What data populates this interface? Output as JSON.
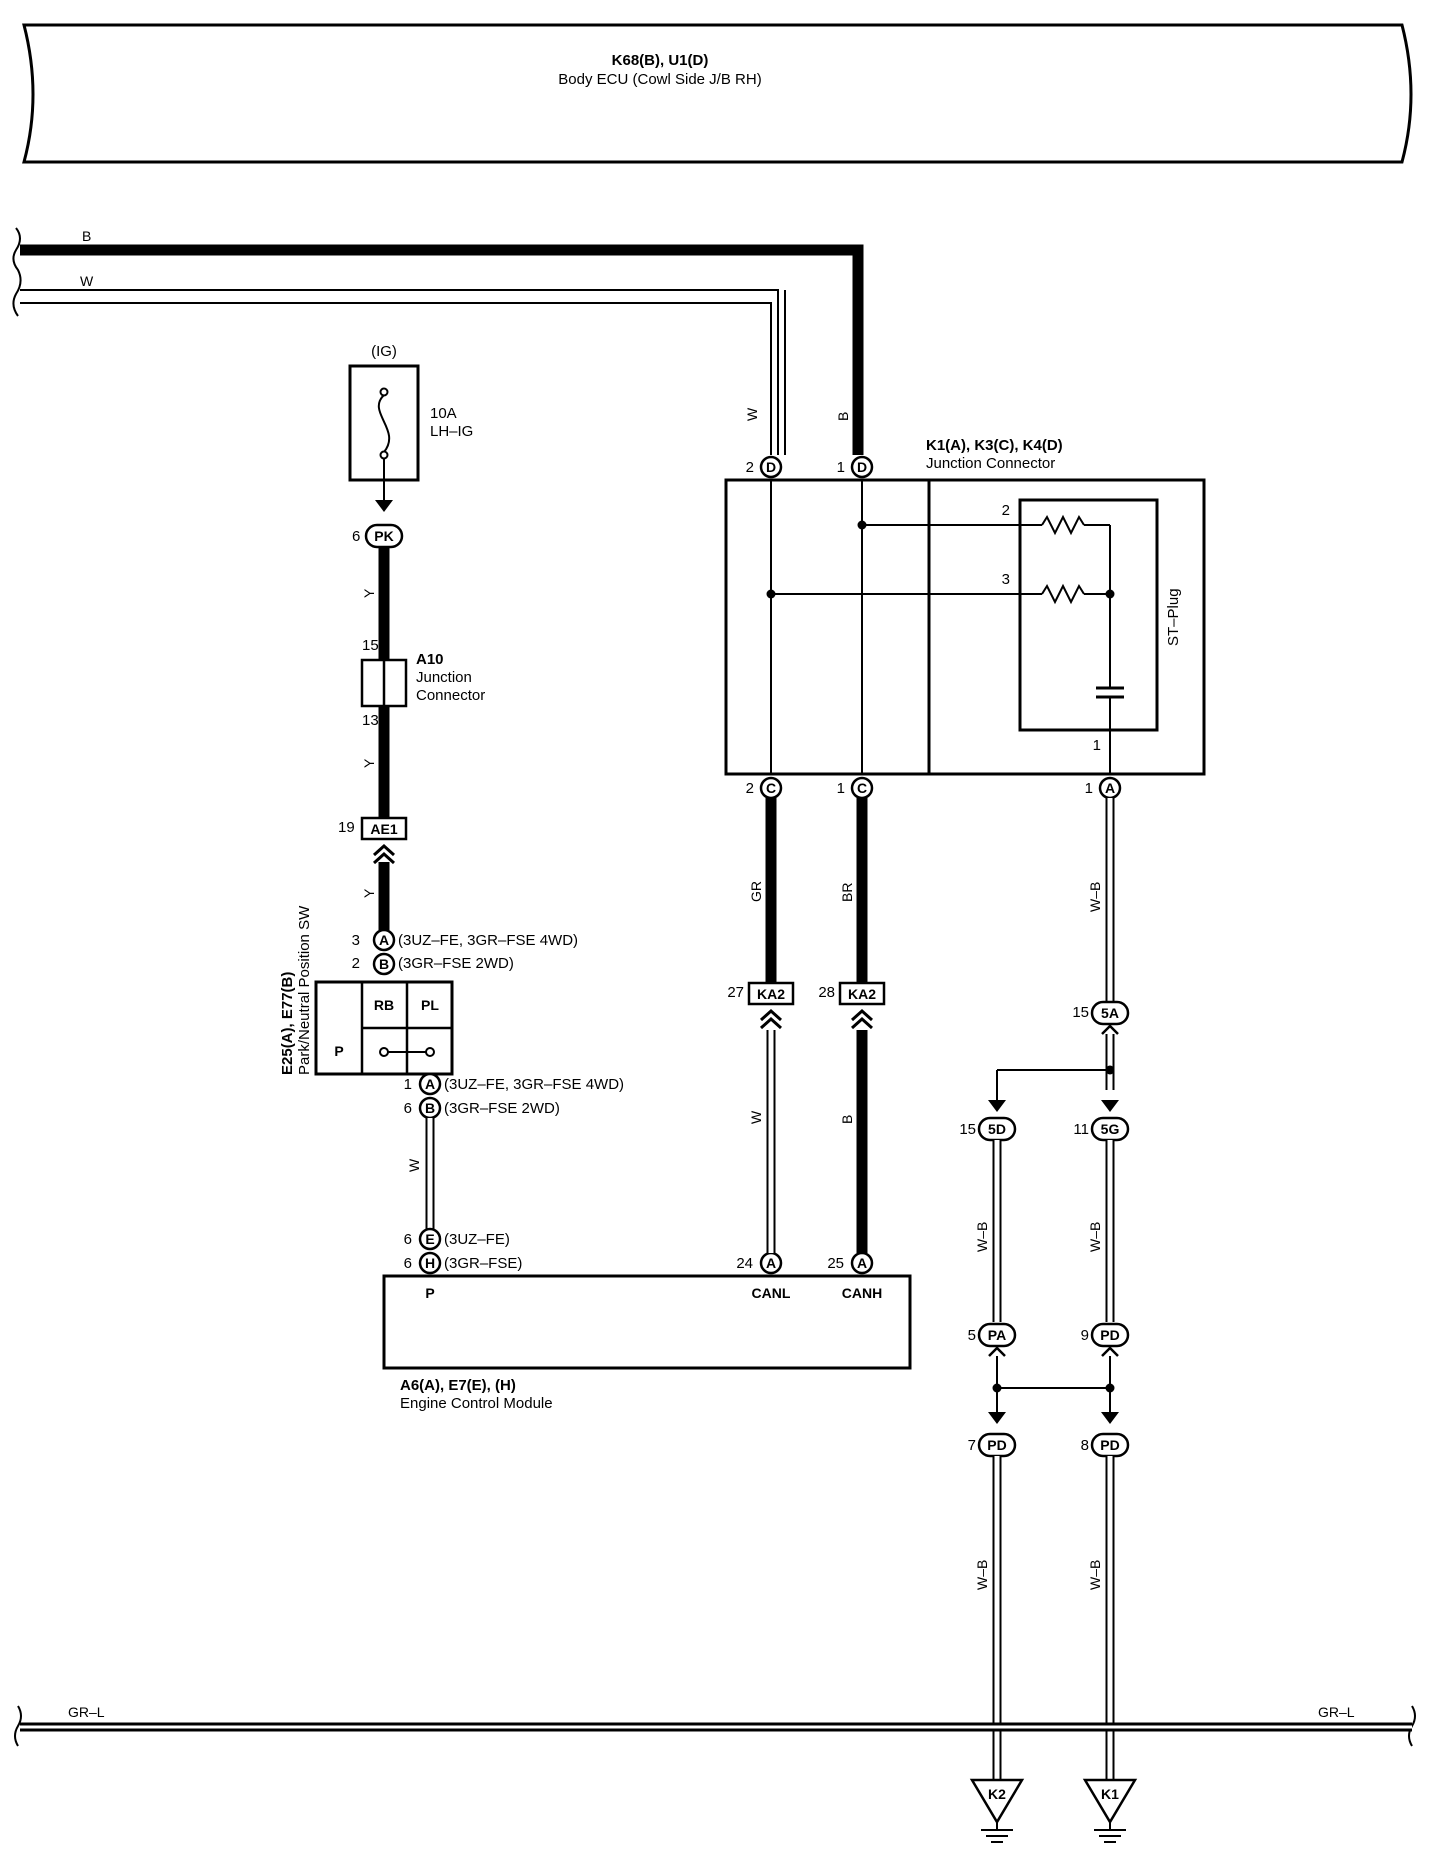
{
  "body_ecu": {
    "title": "K68(B), U1(D)",
    "subtitle": "Body ECU (Cowl Side J/B RH)"
  },
  "top_wires": {
    "b": "B",
    "w": "W"
  },
  "fuse": {
    "ig": "(IG)",
    "rating": "10A",
    "name": "LH–IG"
  },
  "pk": {
    "pin": "6",
    "code": "PK"
  },
  "a10": {
    "title": "A10",
    "line1": "Junction",
    "line2": "Connector",
    "pin_top": "15",
    "pin_bottom": "13"
  },
  "wire_y": "Y",
  "ae1": {
    "pin": "19",
    "code": "AE1"
  },
  "pnp_switch": {
    "title": "E25(A), E77(B)",
    "subtitle": "Park/Neutral Position SW",
    "pin3": "3",
    "pin2": "2",
    "pin1": "1",
    "pin6": "6",
    "a": "A",
    "b": "B",
    "top_a_note": "(3UZ–FE,  3GR–FSE 4WD)",
    "top_b_note": "(3GR–FSE 2WD)",
    "bot_a_note": "(3UZ–FE,  3GR–FSE 4WD)",
    "bot_b_note": "(3GR–FSE 2WD)",
    "cell_rb": "RB",
    "cell_pl": "PL",
    "cell_p": "P"
  },
  "wire_w": "W",
  "ecm": {
    "title": "A6(A), E7(E), (H)",
    "subtitle": "Engine Control Module",
    "pin_e": "6",
    "conn_e": "E",
    "note_e": "(3UZ–FE)",
    "pin_h": "6",
    "conn_h": "H",
    "note_h": "(3GR–FSE)",
    "terminal_p": "P",
    "pin_canl": "24",
    "pin_canh": "25",
    "conn_a": "A",
    "canl": "CANL",
    "canh": "CANH"
  },
  "junction": {
    "title": "K1(A), K3(C), K4(D)",
    "subtitle": "Junction Connector",
    "plug": "ST–Plug",
    "pin_d2": "2",
    "pin_d1": "1",
    "conn_d": "D",
    "pin_c2": "2",
    "pin_c1": "1",
    "conn_c": "C",
    "pin_a1": "1",
    "conn_a": "A",
    "r2": "2",
    "r3": "3",
    "cap1": "1"
  },
  "wire_gr": "GR",
  "wire_br": "BR",
  "wire_b": "B",
  "wire_wb": "W–B",
  "ka2_left": {
    "pin": "27",
    "code": "KA2"
  },
  "ka2_right": {
    "pin": "28",
    "code": "KA2"
  },
  "c5a": {
    "pin": "15",
    "code": "5A"
  },
  "c5d": {
    "pin": "15",
    "code": "5D"
  },
  "c5g": {
    "pin": "11",
    "code": "5G"
  },
  "cpa": {
    "pin": "5",
    "code": "PA"
  },
  "cpd9": {
    "pin": "9",
    "code": "PD"
  },
  "cpd7": {
    "pin": "7",
    "code": "PD"
  },
  "cpd8": {
    "pin": "8",
    "code": "PD"
  },
  "bottom_bus": {
    "left": "GR–L",
    "right": "GR–L"
  },
  "grounds": {
    "k2": "K2",
    "k1": "K1"
  }
}
